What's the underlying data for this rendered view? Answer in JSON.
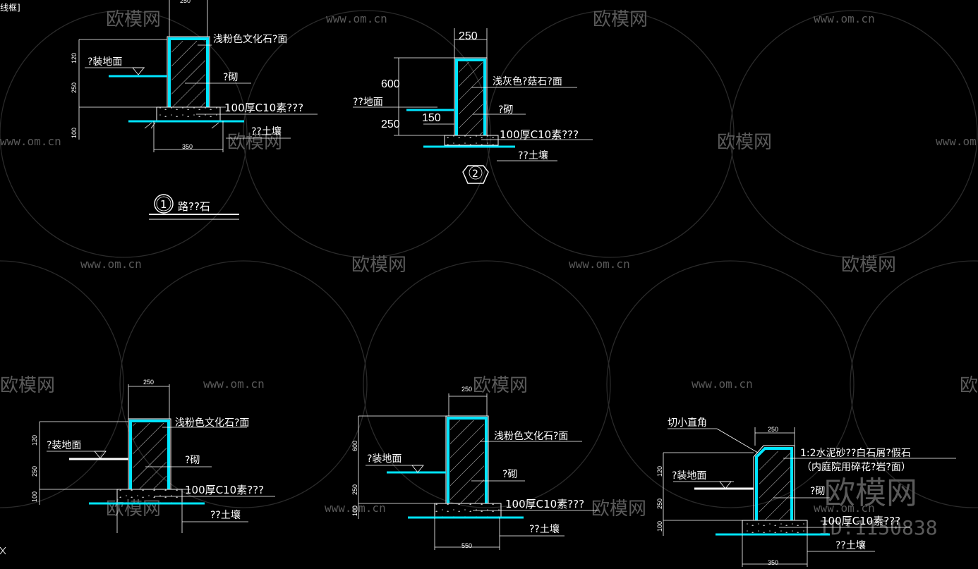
{
  "viewport_tag": "线框]",
  "watermark": {
    "brand": "欧模网",
    "url": "www.om.cn",
    "id": "ID:1150838"
  },
  "detail1": {
    "dims": {
      "top": "250",
      "d120": "120",
      "d250": "250",
      "d100": "100",
      "bottom": "350"
    },
    "labels": {
      "finish": "浅粉色文化石?面",
      "ground": "?装地面",
      "masonry": "?砌",
      "concrete": "100厚C10素???",
      "soil": "??土壤"
    },
    "title_number": "1",
    "title_text": "路??石"
  },
  "detail2": {
    "dims": {
      "top": "250",
      "d600": "600",
      "d250": "250",
      "d150": "150"
    },
    "labels": {
      "finish": "浅灰色?菇石?面",
      "ground": "??地面",
      "masonry": "?砌",
      "concrete": "100厚C10素???",
      "soil": "??土壤"
    },
    "title_number": "2"
  },
  "detail3": {
    "dims": {
      "top": "250",
      "d120": "120",
      "d250": "250",
      "d100": "100"
    },
    "labels": {
      "finish": "浅粉色文化石?面",
      "ground": "?装地面",
      "masonry": "?砌",
      "concrete": "100厚C10素???",
      "soil": "??土壤"
    }
  },
  "detail4": {
    "dims": {
      "top": "250",
      "d600": "600",
      "d250": "250",
      "d100": "100",
      "bottom": "550"
    },
    "labels": {
      "finish": "浅粉色文化石?面",
      "ground": "?装地面",
      "masonry": "?砌",
      "concrete": "100厚C10素???",
      "soil": "??土壤"
    }
  },
  "detail5": {
    "dims": {
      "top": "250",
      "d120": "120",
      "d250": "250",
      "d100": "100",
      "bottom": "350"
    },
    "labels": {
      "chamfer": "切小直角",
      "finish": "1:2水泥砂??白石屑?假石",
      "finish_note": "（内庭院用碎花?岩?面）",
      "ground": "?装地面",
      "masonry": "?砌",
      "concrete": "100厚C10素???",
      "soil": "??土壤"
    }
  }
}
